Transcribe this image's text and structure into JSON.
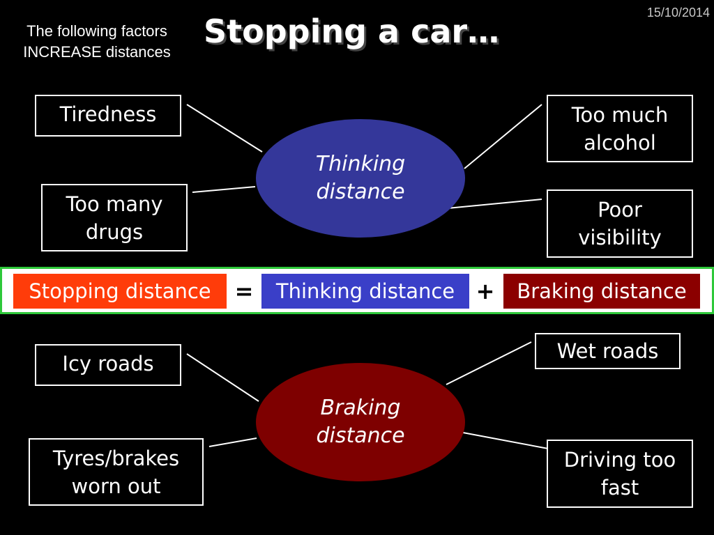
{
  "slide": {
    "date": "15/10/2014",
    "factors_note": {
      "line1": "The following factors",
      "line2": "INCREASE distances"
    },
    "title": "Stopping a car…"
  },
  "thinking": {
    "hub": {
      "line1": "Thinking",
      "line2": "distance",
      "color": "#34379a"
    },
    "factors": {
      "tiredness": {
        "line1": "Tiredness"
      },
      "drugs": {
        "line1": "Too many",
        "line2": "drugs"
      },
      "alcohol": {
        "line1": "Too much",
        "line2": "alcohol"
      },
      "visibility": {
        "line1": "Poor",
        "line2": "visibility"
      }
    }
  },
  "equation": {
    "stopping": {
      "label": "Stopping distance",
      "color": "#ff3c0a"
    },
    "equals": "=",
    "thinking": {
      "label": "Thinking distance",
      "color": "#3a3fc8"
    },
    "plus": "+",
    "braking": {
      "label": "Braking distance",
      "color": "#8b0000"
    },
    "frame_color": "#2ec83a"
  },
  "braking": {
    "hub": {
      "line1": "Braking",
      "line2": "distance",
      "color": "#7e0000"
    },
    "factors": {
      "icy": {
        "line1": "Icy roads"
      },
      "tyres": {
        "line1": "Tyres/brakes",
        "line2": "worn out"
      },
      "wet": {
        "line1": "Wet roads"
      },
      "fast": {
        "line1": "Driving too",
        "line2": "fast"
      }
    }
  }
}
